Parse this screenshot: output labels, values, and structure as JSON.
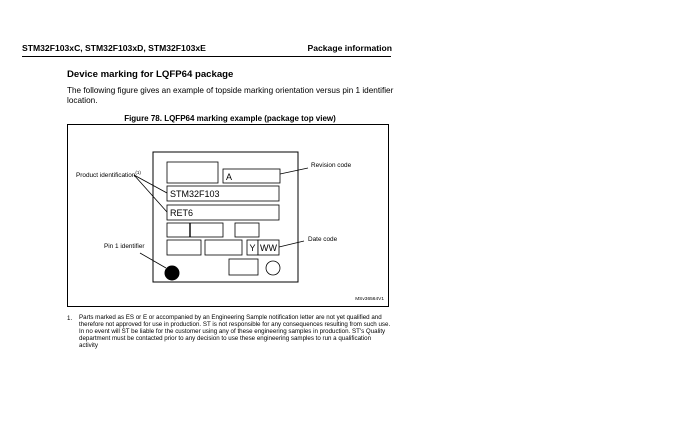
{
  "header": {
    "left": "STM32F103xC, STM32F103xD, STM32F103xE",
    "right": "Package information"
  },
  "section_title": "Device marking for LQFP64 package",
  "intro": "The following figure gives an example of topside marking orientation versus pin 1 identifier location.",
  "figure": {
    "caption": "Figure 78. LQFP64 marking example (package top view)",
    "labels": {
      "product_identification": "Product identification",
      "product_identification_note": "(1)",
      "revision_code": "Revision code",
      "date_code": "Date code",
      "pin1_identifier": "Pin 1 identifier"
    },
    "marking": {
      "revision": "A",
      "line1": "STM32F103",
      "line2": "RET6",
      "year": "Y",
      "week": "WW"
    },
    "code": "MSv36564V1"
  },
  "footnote": {
    "number": "1.",
    "text": "Parts marked as ES or E or accompanied by an Engineering Sample notification letter are not yet qualified and therefore not approved for use in production. ST is not responsible for any consequences resulting from such use. In no event will ST be liable for the customer using any of these engineering samples in production. ST's Quality department must be contacted prior to any decision to use these engineering samples to run a qualification activity"
  }
}
